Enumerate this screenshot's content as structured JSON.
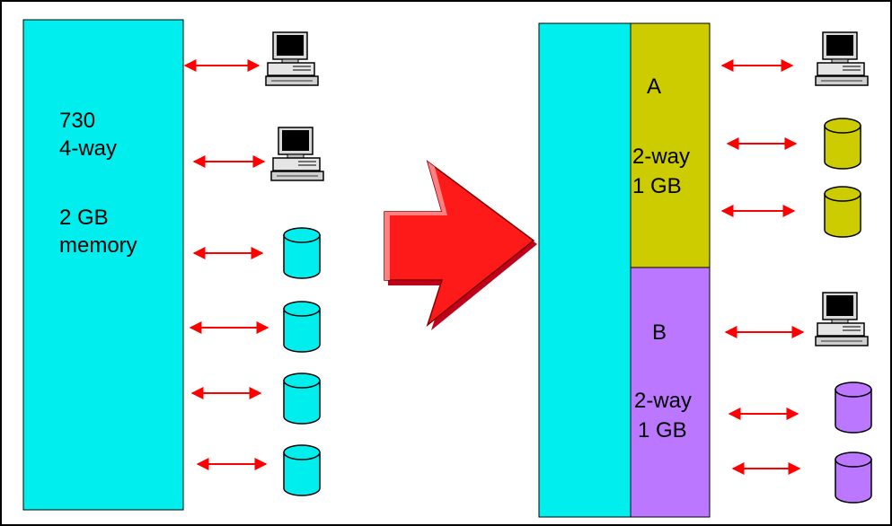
{
  "left_system": {
    "model": "730",
    "processors": "4-way",
    "memory_amount": "2 GB",
    "memory_word": "memory",
    "color": "#00eeee"
  },
  "right_system": {
    "base_color": "#00eeee",
    "partitions": [
      {
        "name": "A",
        "processors": "2-way",
        "memory": "1 GB",
        "color": "#cccc00"
      },
      {
        "name": "B",
        "processors": "2-way",
        "memory": "1 GB",
        "color": "#bb77ff"
      }
    ]
  },
  "arrow_color": "#ff0000",
  "migration_arrow_color": "#ff1a1a",
  "devices_left": [
    "computer-icon",
    "computer-icon",
    "disk-icon",
    "disk-icon",
    "disk-icon",
    "disk-icon"
  ],
  "devices_partition_a": [
    "computer-icon",
    "disk-icon",
    "disk-icon"
  ],
  "devices_partition_b": [
    "computer-icon",
    "disk-icon",
    "disk-icon"
  ]
}
